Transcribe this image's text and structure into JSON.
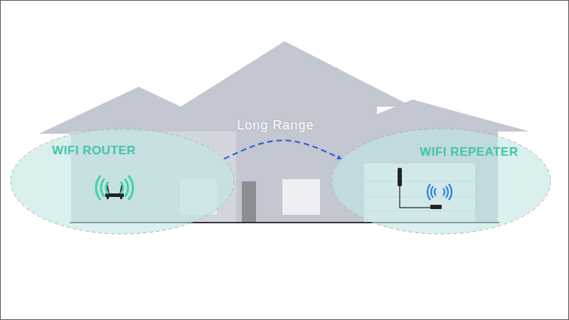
{
  "diagram": {
    "nodes": [
      {
        "text": [
          "WIFI ROUTER"
        ]
      },
      {
        "text": [
          "WIFI REPEATER"
        ]
      }
    ],
    "edges": [
      {
        "from": 0,
        "to": 1,
        "label": "Long Range",
        "arrow": "to"
      }
    ]
  }
}
